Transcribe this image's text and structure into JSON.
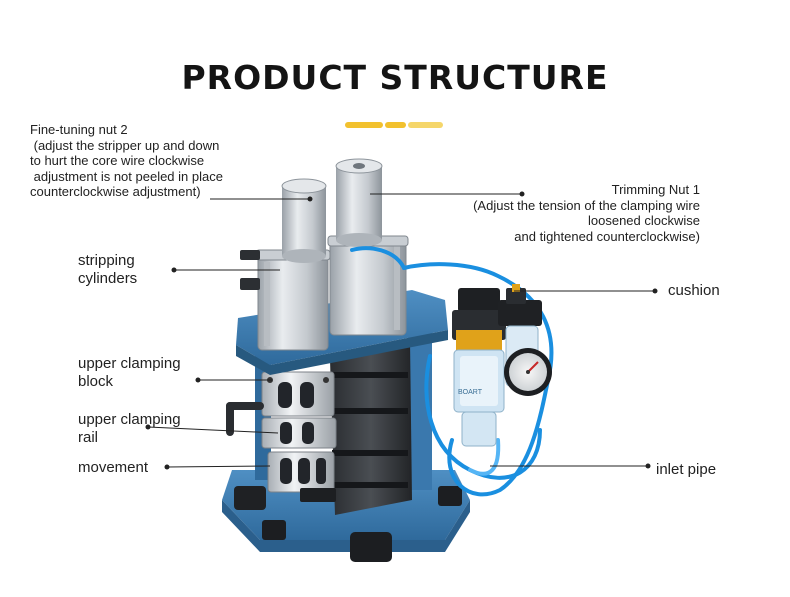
{
  "title": "PRODUCT STRUCTURE",
  "accent": {
    "gold": "#f2c12e",
    "gold_light": "#f5d66a"
  },
  "callouts": {
    "fine_tuning_nut": "Fine-tuning nut 2\n (adjust the stripper up and down\nto hurt the core wire clockwise\n adjustment is not peeled in place\ncounterclockwise adjustment)",
    "trimming_nut": "Trimming Nut 1\n(Adjust the tension of the clamping wire\nloosened clockwise\nand tightened counterclockwise)",
    "stripping_cylinders": "stripping\ncylinders",
    "cushion": "cushion",
    "upper_clamping_block": "upper clamping\nblock",
    "upper_clamping_rail": "upper clamping\nrail",
    "movement": "movement",
    "inlet_pipe": "inlet pipe"
  },
  "gauge": {
    "brand_text": "BOART"
  }
}
